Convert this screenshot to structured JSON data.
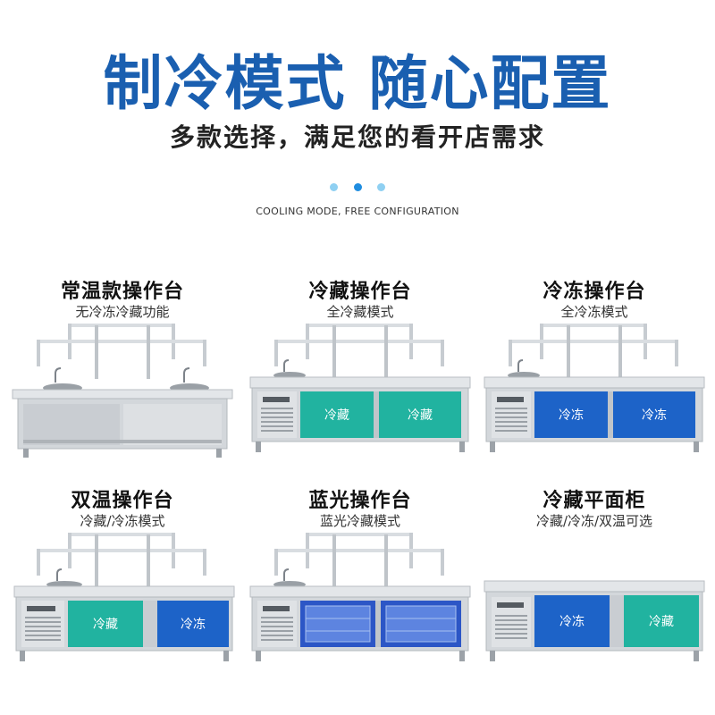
{
  "header": {
    "headline": "制冷模式  随心配置",
    "subline": "多款选择，满足您的看开店需求",
    "english": "COOLING MODE, FREE CONFIGURATION"
  },
  "products": [
    {
      "title": "常温款操作台",
      "desc": "无冷冻冷藏功能",
      "doors": []
    },
    {
      "title": "冷藏操作台",
      "desc": "全冷藏模式",
      "doors": [
        "冷藏",
        "冷藏"
      ]
    },
    {
      "title": "冷冻操作台",
      "desc": "全冷冻模式",
      "doors": [
        "冷冻",
        "冷冻"
      ]
    },
    {
      "title": "双温操作台",
      "desc": "冷藏/冷冻模式",
      "doors": [
        "冷藏",
        "冷冻"
      ]
    },
    {
      "title": "蓝光操作台",
      "desc": "蓝光冷藏模式",
      "doors": []
    },
    {
      "title": "冷藏平面柜",
      "desc": "冷藏/冷冻/双温可选",
      "doors": [
        "冷冻",
        "冷藏"
      ]
    }
  ],
  "colors": {
    "headline": "#1a5fb0",
    "door_refrigerate": "#21b3a0",
    "door_freeze": "#1d63c8",
    "door_bluelight": "#2c56c6",
    "steel": "#cfd3d8"
  }
}
